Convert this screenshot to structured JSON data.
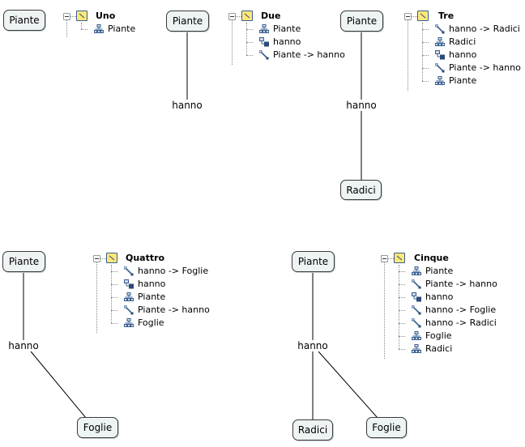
{
  "diagrams": [
    {
      "concepts": {
        "piante": "Piante"
      },
      "links": {},
      "outline": {
        "title": "Uno",
        "items": [
          {
            "type": "concept",
            "icon": "concept-icon",
            "label": "Piante"
          }
        ]
      }
    },
    {
      "concepts": {
        "piante": "Piante"
      },
      "links": {
        "hanno": "hanno"
      },
      "outline": {
        "title": "Due",
        "items": [
          {
            "type": "concept",
            "icon": "concept-icon",
            "label": "Piante"
          },
          {
            "type": "linking-phrase",
            "icon": "linking-phrase-icon",
            "label": "hanno"
          },
          {
            "type": "connection",
            "icon": "connection-icon",
            "label": "Piante -> hanno"
          }
        ]
      }
    },
    {
      "concepts": {
        "piante": "Piante",
        "radici": "Radici"
      },
      "links": {
        "hanno": "hanno"
      },
      "outline": {
        "title": "Tre",
        "items": [
          {
            "type": "connection",
            "icon": "connection-icon",
            "label": "hanno -> Radici"
          },
          {
            "type": "concept",
            "icon": "concept-icon",
            "label": "Radici"
          },
          {
            "type": "linking-phrase",
            "icon": "linking-phrase-icon",
            "label": "hanno"
          },
          {
            "type": "connection",
            "icon": "connection-icon",
            "label": "Piante -> hanno"
          },
          {
            "type": "concept",
            "icon": "concept-icon",
            "label": "Piante"
          }
        ]
      }
    },
    {
      "concepts": {
        "piante": "Piante",
        "foglie": "Foglie"
      },
      "links": {
        "hanno": "hanno"
      },
      "outline": {
        "title": "Quattro",
        "items": [
          {
            "type": "connection",
            "icon": "connection-icon",
            "label": "hanno -> Foglie"
          },
          {
            "type": "linking-phrase",
            "icon": "linking-phrase-icon",
            "label": "hanno"
          },
          {
            "type": "concept",
            "icon": "concept-icon",
            "label": "Piante"
          },
          {
            "type": "connection",
            "icon": "connection-icon",
            "label": "Piante -> hanno"
          },
          {
            "type": "concept",
            "icon": "concept-icon",
            "label": "Foglie"
          }
        ]
      }
    },
    {
      "concepts": {
        "piante": "Piante",
        "radici": "Radici",
        "foglie": "Foglie"
      },
      "links": {
        "hanno": "hanno"
      },
      "outline": {
        "title": "Cinque",
        "items": [
          {
            "type": "concept",
            "icon": "concept-icon",
            "label": "Piante"
          },
          {
            "type": "connection",
            "icon": "connection-icon",
            "label": "Piante -> hanno"
          },
          {
            "type": "linking-phrase",
            "icon": "linking-phrase-icon",
            "label": "hanno"
          },
          {
            "type": "connection",
            "icon": "connection-icon",
            "label": "hanno -> Foglie"
          },
          {
            "type": "connection",
            "icon": "connection-icon",
            "label": "hanno -> Radici"
          },
          {
            "type": "concept",
            "icon": "concept-icon",
            "label": "Foglie"
          },
          {
            "type": "concept",
            "icon": "concept-icon",
            "label": "Radici"
          }
        ]
      }
    }
  ],
  "colors": {
    "node_fill": "#eef3f4",
    "node_border": "#3a3a3a",
    "map_icon": "#ffe87a",
    "icon_blue": "#3a5f8f"
  }
}
